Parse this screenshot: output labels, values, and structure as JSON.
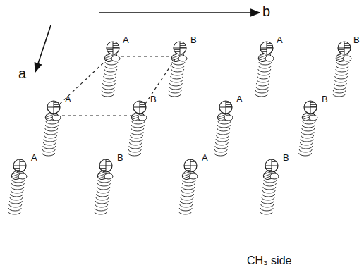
{
  "diagram": {
    "labels": [
      "b",
      "a",
      "A",
      "B",
      "A",
      "B",
      "A",
      "B",
      "A",
      "B",
      "A",
      "B",
      "A",
      "B",
      "CH₃ side"
    ]
  }
}
